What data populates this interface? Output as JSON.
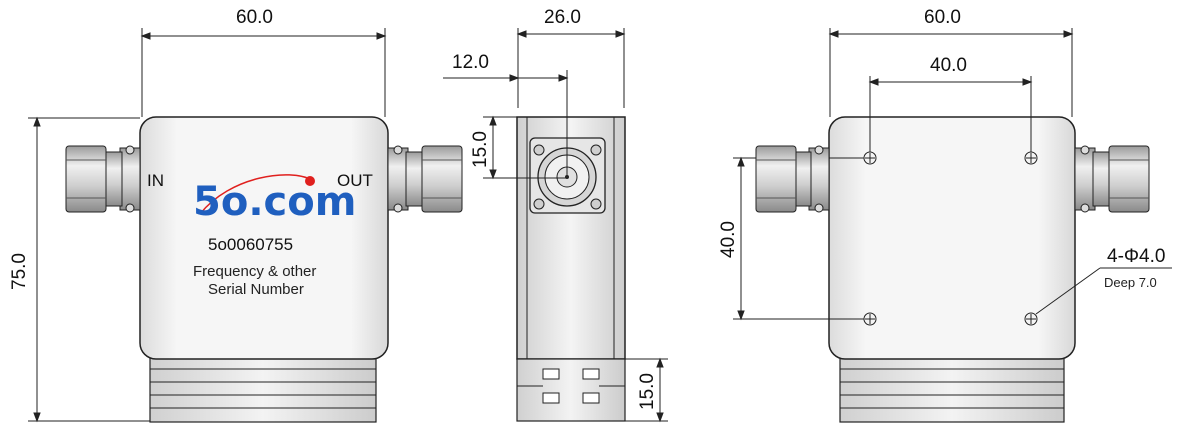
{
  "dims": {
    "front_width": "60.0",
    "front_height": "75.0",
    "side_width": "26.0",
    "side_offset": "12.0",
    "side_connector_height": "15.0",
    "side_fin_height": "15.0",
    "back_width": "60.0",
    "back_hole_spacing_h": "40.0",
    "back_hole_spacing_v": "40.0",
    "hole_spec": "4-Φ4.0",
    "hole_depth": "Deep 7.0"
  },
  "labels": {
    "in": "IN",
    "out": "OUT",
    "brand_num": "5",
    "brand_rest": "o.com",
    "serial": "5o0060755",
    "note_line1": "Frequency & other",
    "note_line2": "Serial Number"
  },
  "colors": {
    "brand_blue": "#1f5fbf",
    "brand_red": "#e0201e",
    "line": "#222222"
  }
}
